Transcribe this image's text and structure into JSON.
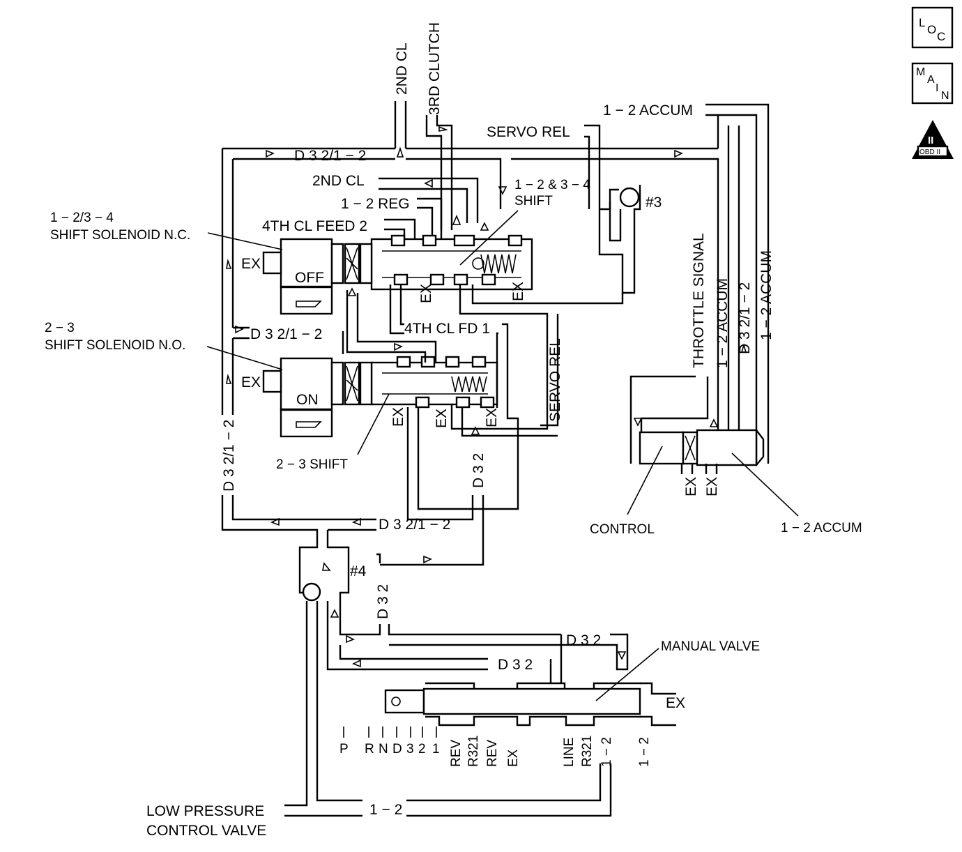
{
  "nav": {
    "loc": {
      "l1": "L",
      "l2": "O",
      "l3": "C"
    },
    "main": {
      "l1": "M",
      "l2": "A",
      "l3": "I",
      "l4": "N"
    },
    "obd": {
      "numeral": "II",
      "caption": "OBD II"
    }
  },
  "labels": {
    "line_2nd_cl_top": "2ND CL",
    "line_3rd_clutch": "3RD CLUTCH",
    "line_d32_12_top": "D 3 2/1 − 2",
    "line_2nd_cl": "2ND CL",
    "line_12_reg": "1 − 2 REG",
    "line_4th_cl_feed2": "4TH CL FEED 2",
    "line_servo_rel_top": "SERVO REL",
    "line_12_accum_top": "1 − 2 ACCUM",
    "valve_12_34_shift_l1": "1 − 2 & 3 − 4",
    "valve_12_34_shift_l2": "SHIFT",
    "check_3": "#3",
    "sol_1234_l1": "1 − 2/3 − 4",
    "sol_1234_l2": "SHIFT  SOLENOID N.C.",
    "sol_1234_state": "OFF",
    "sol_1234_ex": "EX",
    "sol_23_l1": "2 − 3",
    "sol_23_l2": "SHIFT  SOLENOID N.O.",
    "sol_23_state": "ON",
    "sol_23_ex": "EX",
    "line_d32_12_mid": "D 3 2/1 − 2",
    "line_4th_cl_fd1": "4TH CL FD 1",
    "ex_a": "EX",
    "ex_b": "EX",
    "ex_c": "EX",
    "ex_d": "EX",
    "ex_e": "EX",
    "servo_rel_vert": "SERVO REL",
    "valve_23_shift": "2 − 3 SHIFT",
    "d32_vert_mid": "D 3 2",
    "d32_12_vert_left": "D 3 2/1 − 2",
    "line_d32_12_low": "D 3 2/1 − 2",
    "check_4": "#4",
    "d32_vert_low": "D 3 2",
    "throttle_signal": "THROTTLE SIGNAL",
    "accum_12_vert_a": "1 − 2 ACCUM",
    "d32_12_vert_right": "D 3 2/1 − 2",
    "accum_12_vert_b": "1 − 2 ACCUM",
    "ex_acc_1": "EX",
    "ex_acc_2": "EX",
    "control": "CONTROL",
    "accum_12_bottom": "1 − 2 ACCUM",
    "line_d32_a": "D 3 2",
    "line_d32_b": "D 3 2",
    "manual_valve": "MANUAL VALVE",
    "manual_ex": "EX",
    "low_pressure_l1": "LOW PRESSURE",
    "low_pressure_l2": "CONTROL VALVE",
    "line_12_bottom": "1 − 2"
  },
  "manual_positions": [
    "P",
    "R",
    "N",
    "D",
    "3",
    "2",
    "1"
  ],
  "manual_ports": [
    "REV",
    "R321",
    "REV",
    "EX",
    "LINE",
    "R321",
    "1 − 2",
    "1 − 2"
  ]
}
